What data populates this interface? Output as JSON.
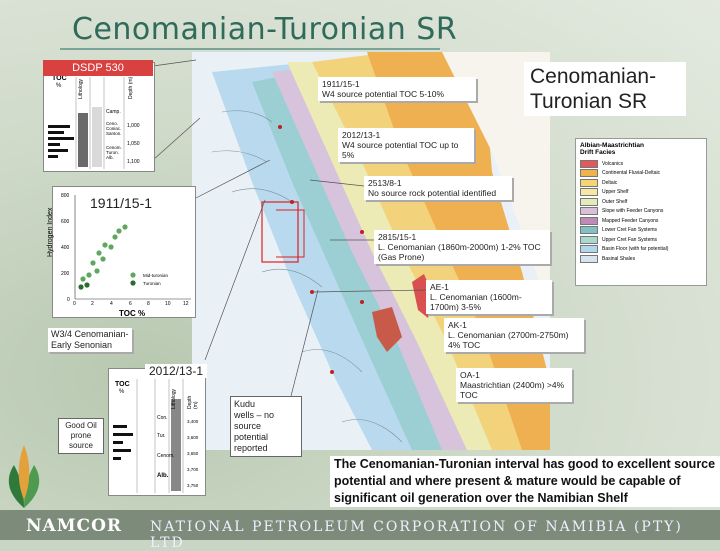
{
  "slide": {
    "title": "Cenomanian-Turonian SR",
    "map_title": "Cenomanian-\nTuronian SR",
    "footer_company": "NAMCOR",
    "footer_name": "NATIONAL PETROLEUM CORPORATION OF NAMIBIA (PTY) LTD"
  },
  "dsdp": {
    "label": "DSDP 530",
    "toc_header": "TOC",
    "toc_unit": "%",
    "col_lithology": "Lithology",
    "col_depth": "Depth (m)",
    "col_campanian": "Camp.",
    "col_cenomanian": "Ceno. Coniac. Santon.",
    "col_alb": "Cenom. Turon. Alb.",
    "depth_ticks": [
      "1,000",
      "1,050",
      "1,100"
    ]
  },
  "scatter": {
    "label": "1911/15-1",
    "ylabel": "Hydrogen Index",
    "xlabel": "TOC %",
    "yticks": [
      "800",
      "600",
      "400",
      "200",
      "0"
    ],
    "xticks": [
      "0",
      "2",
      "4",
      "6",
      "8",
      "10",
      "12"
    ],
    "legend_a": "Mid-turonian",
    "legend_b": "Turonian"
  },
  "w34": {
    "text": "W3/4 Cenomanian-\nEarly Senonian"
  },
  "log2": {
    "title": "2012/13-1",
    "toc_header": "TOC",
    "toc_unit": "%",
    "col_lithology": "Lithology",
    "col_depth": "Depth (m)",
    "ages": [
      "Con.",
      "Tur.",
      "Cenom.",
      "Alb."
    ],
    "depths": [
      "3,400",
      "3,600",
      "3,650",
      "3,700",
      "3,750"
    ]
  },
  "good_oil": {
    "text": "Good Oil\nprone\nsource"
  },
  "kudu": {
    "text": "Kudu\nwells – no\nsource\npotential\nreported"
  },
  "callouts": [
    {
      "head": "1911/15-1",
      "body": "W4 source potential TOC 5-10%"
    },
    {
      "head": "2012/13-1",
      "body": "W4 source potential TOC up to 5%"
    },
    {
      "head": "2513/8-1",
      "body": "No source rock potential identified"
    },
    {
      "head": "2815/15-1",
      "body": "L. Cenomanian (1860m-2000m) 1-2% TOC (Gas Prone)"
    },
    {
      "head": "AE-1",
      "body": "L. Cenomanian (1600m-1700m) 3-5%"
    },
    {
      "head": "AK-1",
      "body": "L. Cenomanian (2700m-2750m) 4% TOC"
    },
    {
      "head": "OA-1",
      "body": "Maastrichtian (2400m) >4% TOC"
    }
  ],
  "legend": {
    "title": "Albian-Maastrichtian\nDrift Facies",
    "items": [
      {
        "label": "Volcanics",
        "color": "#e05a5a"
      },
      {
        "label": "Continental Fluvial-Deltaic",
        "color": "#f0b24a"
      },
      {
        "label": "Deltaic",
        "color": "#f4d774"
      },
      {
        "label": "Upper Shelf",
        "color": "#f6e8a4"
      },
      {
        "label": "Outer Shelf",
        "color": "#e6e9b8"
      },
      {
        "label": "Slope with Feeder Canyons",
        "color": "#d8c0d8"
      },
      {
        "label": "Mapped Feeder Canyons",
        "color": "#c08ab8"
      },
      {
        "label": "Lower Cret Fan Systems",
        "color": "#7fc1c5"
      },
      {
        "label": "Upper Cret Fan Systems",
        "color": "#a8d8d0"
      },
      {
        "label": "Basin Floor (with far potential)",
        "color": "#b2d6ec"
      },
      {
        "label": "Basinal Shales",
        "color": "#d6e4f0"
      }
    ]
  },
  "summary": "The Cenomanian-Turonian interval has good to excellent source potential and where present & mature would be capable of significant oil generation over the Namibian Shelf",
  "colors": {
    "title": "#2f6a5a",
    "footer": "#7d8c7a",
    "highlight": "#e02020"
  }
}
